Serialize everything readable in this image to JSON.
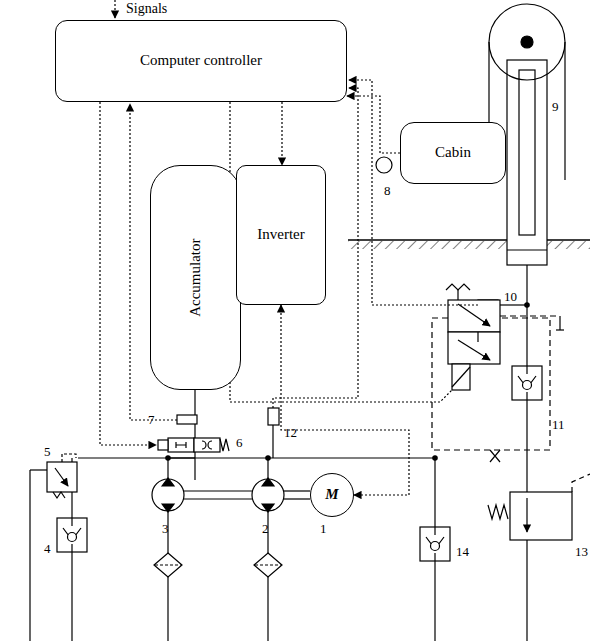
{
  "diagram": {
    "nodes": [
      {
        "text": [
          "Computer controller"
        ]
      },
      {
        "text": [
          "Cabin"
        ]
      },
      {
        "text": [
          "Accumulator"
        ]
      },
      {
        "text": [
          "Inverter"
        ]
      },
      {
        "text": [
          "M"
        ]
      }
    ],
    "edges": [
      {
        "from": 0,
        "to": 3,
        "arrow": "to"
      },
      {
        "from": 3,
        "to": 4,
        "arrow": "both"
      },
      {
        "from": 1,
        "to": 0,
        "arrow": "to"
      }
    ],
    "labels": [
      "Signals",
      "1",
      "2",
      "3",
      "4",
      "5",
      "6",
      "7",
      "8",
      "9",
      "10",
      "11",
      "12",
      "13",
      "14"
    ]
  }
}
